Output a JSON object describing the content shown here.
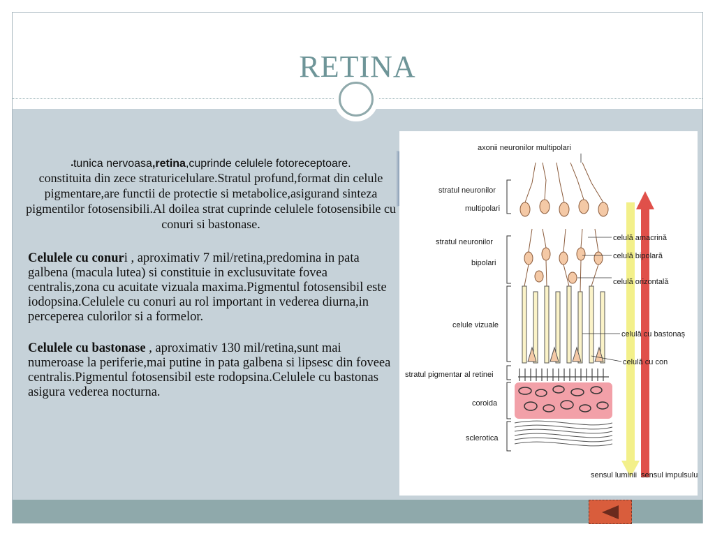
{
  "slide": {
    "title": "RETINA"
  },
  "text": {
    "bullet": "•",
    "intro_part1": "tunica nervoasa",
    "intro_bold": ",retina",
    "intro_part2": ",cuprinde celulele fotoreceptoare.",
    "intro_rest": "constituita din zece straturicelulare.Stratul profund,format din celule pigmentare,are functii de protectie si metabolice,asigurand sinteza pigmentilor fotosensibili.Al doilea strat cuprinde celulele fotosensibile cu conuri si bastonase.",
    "p1_bold": "Celulele cu conur",
    "p1_rest": "i , aproximativ 7 mil/retina,predomina in pata galbena (macula lutea) si constituie in exclusuvitate fovea centralis,zona cu acuitate vizuala maxima.Pigmentul fotosensibil este iodopsina.Celulele cu conuri au rol important in vederea diurna,in perceperea culorilor si a formelor.",
    "p2_bold": "Celulele cu bastonase",
    "p2_rest": " , aproximativ 130 mil/retina,sunt mai numeroase la periferie,mai putine in pata galbena si lipsesc din foveea centralis.Pigmentul fotosensibil este rodopsina.Celulele cu bastonas asigura vederea nocturna."
  },
  "figure": {
    "labels": {
      "axoni": "axonii neuronilor multipolari",
      "multipolari_1": "stratul neuronilor",
      "multipolari_2": "multipolari",
      "bipolari_1": "stratul neuronilor",
      "bipolari_2": "bipolari",
      "vizuale": "celule vizuale",
      "pigmentar": "stratul pigmentar al retinei",
      "coroida": "coroida",
      "sclerotica": "sclerotica",
      "amacrina": "celulă amacrină",
      "bipolara": "celulă bipolară",
      "orizontala": "celulă orizontală",
      "bastonas": "celulă cu bastonaș",
      "con": "celulă cu con",
      "sensul_luminii": "sensul luminii",
      "sensul_impulsului": "sensul impulsului"
    },
    "colors": {
      "light_arrow": "#f3f08a",
      "impulse_arrow": "#e0504a",
      "choroid": "#f2a0a8",
      "neuron": "#f4c9a6"
    }
  },
  "theme": {
    "title_color": "#6e9598",
    "content_bg": "#c6d2d9",
    "bar_color": "#8fa9ab",
    "nav_button_color": "#d95d3c"
  },
  "nav": {
    "back_icon": "triangle-left-icon"
  }
}
